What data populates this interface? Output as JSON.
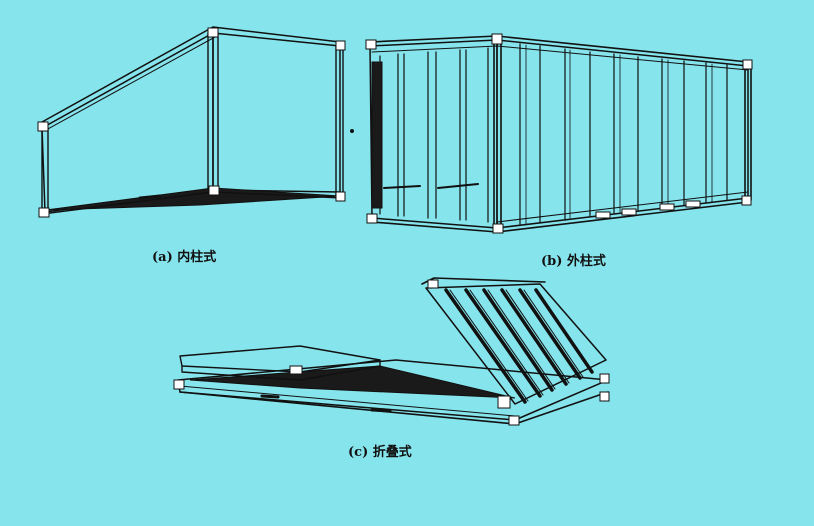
{
  "figure": {
    "background_color": "#86e4ec",
    "line_color": "#111111",
    "panels": [
      {
        "id": "a",
        "caption": "(a) 内柱式"
      },
      {
        "id": "b",
        "caption": "(b) 外柱式"
      },
      {
        "id": "c",
        "caption": "(c) 折叠式"
      }
    ]
  }
}
